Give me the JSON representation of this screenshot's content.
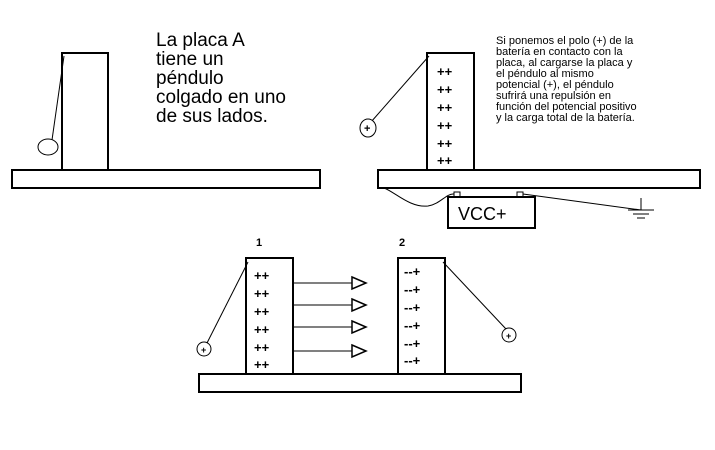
{
  "panel_a": {
    "text_lines": [
      "La placa A",
      "tiene un",
      "péndulo",
      "colgado en uno",
      "de sus lados."
    ]
  },
  "panel_b": {
    "text_lines": [
      "Si ponemos el polo (+) de la",
      "batería en contacto con la",
      "placa, al cargarse la placa y",
      "el péndulo al mismo",
      "potencial (+), el péndulo",
      "sufrirá una repulsión en",
      "función del potencial positivo",
      "y la carga total de la batería."
    ],
    "plate_signs": [
      "++",
      "++",
      "++",
      "++",
      "++",
      "++"
    ],
    "pendulum_sign": "+",
    "battery_label": "VCC+"
  },
  "panel_c": {
    "plate1_label": "1",
    "plate2_label": "2",
    "plate1_signs": [
      "++",
      "++",
      "++",
      "++",
      "++",
      "++"
    ],
    "plate2_signs": [
      "--+",
      "--+",
      "--+",
      "--+",
      "--+",
      "--+"
    ],
    "pendulum1_sign": "+",
    "pendulum2_sign": "+"
  }
}
